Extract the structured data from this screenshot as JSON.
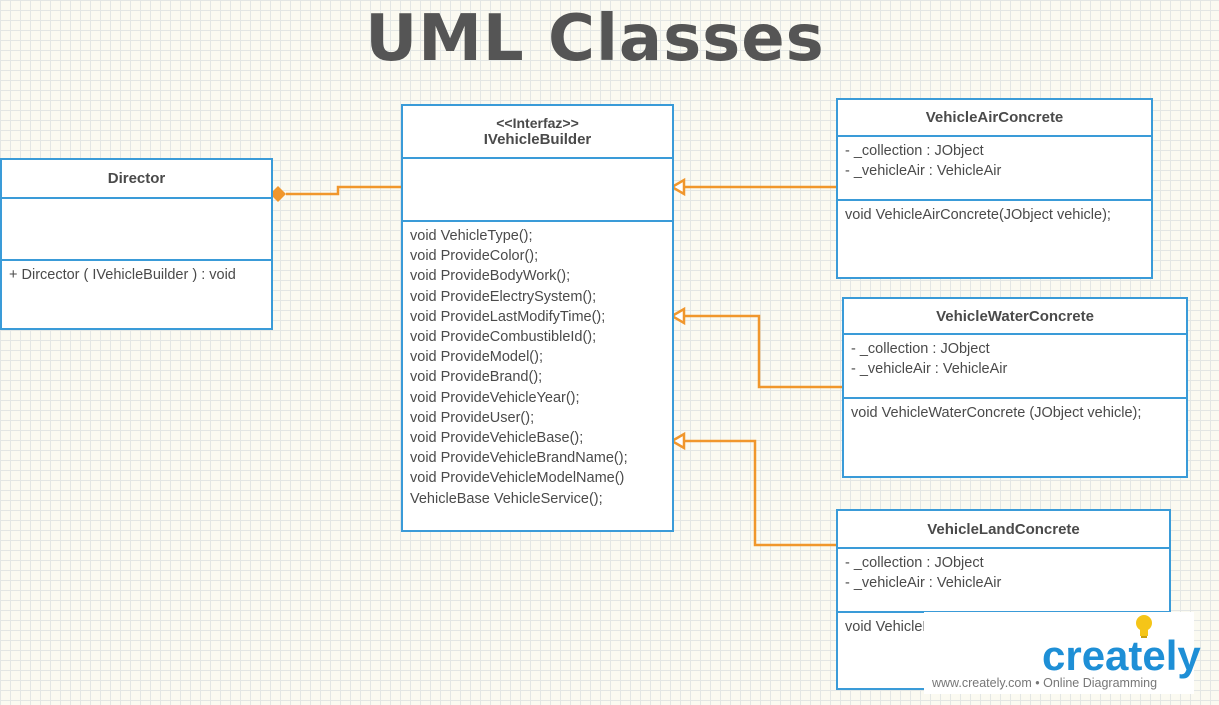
{
  "title": "UML Classes",
  "colors": {
    "class_border": "#3a9bd8",
    "connector": "#f0962c",
    "text": "#4a4a4a",
    "logo": "#1e8fd6"
  },
  "director": {
    "name": "Director",
    "attributes": [],
    "methods": [
      "+ Dircector ( IVehicleBuilder ) : void"
    ]
  },
  "builder": {
    "stereotype": "<<Interfaz>>",
    "name": "IVehicleBuilder",
    "attributes": [],
    "methods": [
      "void VehicleType();",
      "void ProvideColor();",
      "void ProvideBodyWork();",
      "void ProvideElectrySystem();",
      "void ProvideLastModifyTime();",
      "void ProvideCombustibleId();",
      "void ProvideModel();",
      "void ProvideBrand();",
      "void ProvideVehicleYear();",
      "void ProvideUser();",
      "void ProvideVehicleBase();",
      "void ProvideVehicleBrandName();",
      "void ProvideVehicleModelName()",
      "VehicleBase VehicleService();"
    ]
  },
  "air": {
    "name": "VehicleAirConcrete",
    "attributes": [
      "- _collection : JObject",
      "- _vehicleAir : VehicleAir"
    ],
    "methods": [
      "void VehicleAirConcrete(JObject vehicle);"
    ]
  },
  "water": {
    "name": "VehicleWaterConcrete",
    "attributes": [
      "- _collection : JObject",
      "- _vehicleAir : VehicleAir"
    ],
    "methods": [
      "void VehicleWaterConcrete (JObject vehicle);"
    ]
  },
  "land": {
    "name": "VehicleLandConcrete",
    "attributes": [
      "- _collection : JObject",
      "- _vehicleAir : VehicleAir"
    ],
    "methods": [
      "void VehicleLandConcrete (JObject vehicle);"
    ]
  },
  "watermark": {
    "brand": "creately",
    "tagline": "www.creately.com • Online Diagramming",
    "icon": "lightbulb-icon"
  }
}
